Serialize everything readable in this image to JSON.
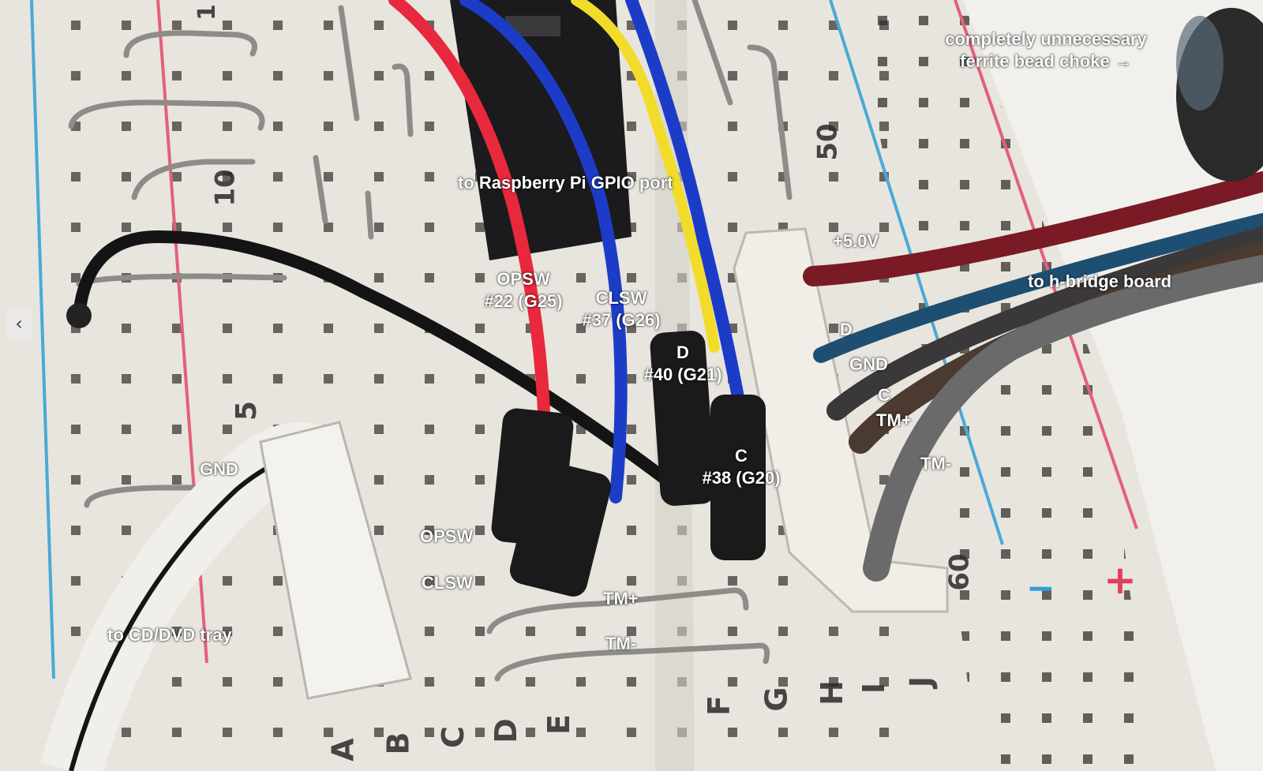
{
  "labels": {
    "ferrite": [
      "completely unnecessary",
      "ferrite bead choke →"
    ],
    "gpio": "to Raspberry Pi GPIO port",
    "plus5v": "+5.0V",
    "hbridge": "to h-bridge board",
    "opsw_top": [
      "OPSW",
      "#22 (G25)"
    ],
    "clsw_top": [
      "CLSW",
      "#37 (G26)"
    ],
    "d_pin": [
      "D",
      "#40 (G21)"
    ],
    "c_pin": [
      "C",
      "#38 (G20)"
    ],
    "d_right": "D",
    "gnd_right": "GND",
    "c_right": "C",
    "tmplus_right": "TM+",
    "tmminus_right": "TM-",
    "gnd_left": "GND",
    "opsw_low": "OPSW",
    "clsw_low": "CLSW",
    "tmplus_low": "TM+",
    "tmminus_low": "TM-",
    "cddvd": "to CD/DVD tray"
  },
  "board_marks": {
    "row1": "1",
    "row5": "5",
    "row10": "10",
    "row50": "50",
    "row60": "60",
    "cols": [
      "A",
      "B",
      "C",
      "D",
      "E",
      "F",
      "G",
      "H",
      "I",
      "J"
    ],
    "minus": "−",
    "plus": "+"
  },
  "nav": {
    "prev_icon": "chevron-left-icon",
    "prev_glyph": "‹"
  },
  "colors": {
    "board": "#e8e5de",
    "rail_red": "#e4607a",
    "rail_blue": "#4aa9d6",
    "wire_red": "#e8283c",
    "wire_blue": "#1c3cc8",
    "wire_yellow": "#f2dc2a",
    "wire_black": "#141414",
    "wire_maroon": "#7a1a24",
    "wire_teal": "#1e4f73",
    "wire_gray": "#6a6a6a",
    "wire_brown": "#4a3a30"
  }
}
